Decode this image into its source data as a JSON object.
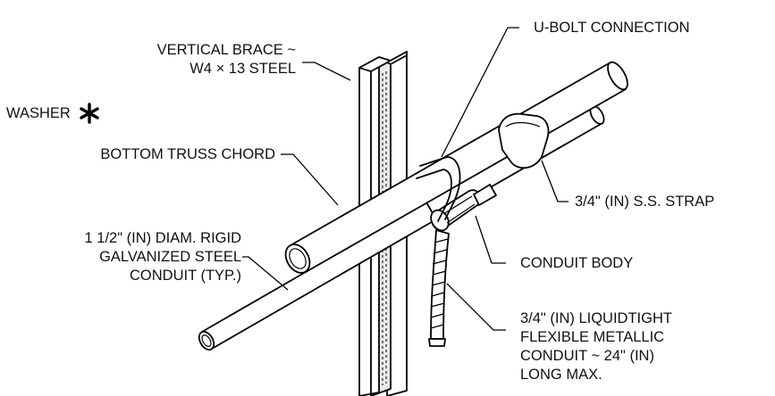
{
  "labels": {
    "vertical_brace_1": "VERTICAL BRACE ~",
    "vertical_brace_2": "W4 × 13 STEEL",
    "washer": "WASHER",
    "u_bolt": "U-BOLT CONNECTION",
    "bottom_chord": "BOTTOM TRUSS CHORD",
    "ss_strap": "3/4\" (IN) S.S. STRAP",
    "conduit_1": "1 1/2\" (IN) DIAM. RIGID",
    "conduit_2": "GALVANIZED STEEL",
    "conduit_3": "CONDUIT (TYP.)",
    "conduit_body": "CONDUIT BODY",
    "flex_1": "3/4\" (IN) LIQUIDTIGHT",
    "flex_2": "FLEXIBLE METALLIC",
    "flex_3": "CONDUIT ~ 24\" (IN)",
    "flex_4": "LONG MAX."
  },
  "icons": {
    "washer_marker": "asterisk-icon"
  },
  "colors": {
    "line": "#000000",
    "background": "#ffffff"
  }
}
